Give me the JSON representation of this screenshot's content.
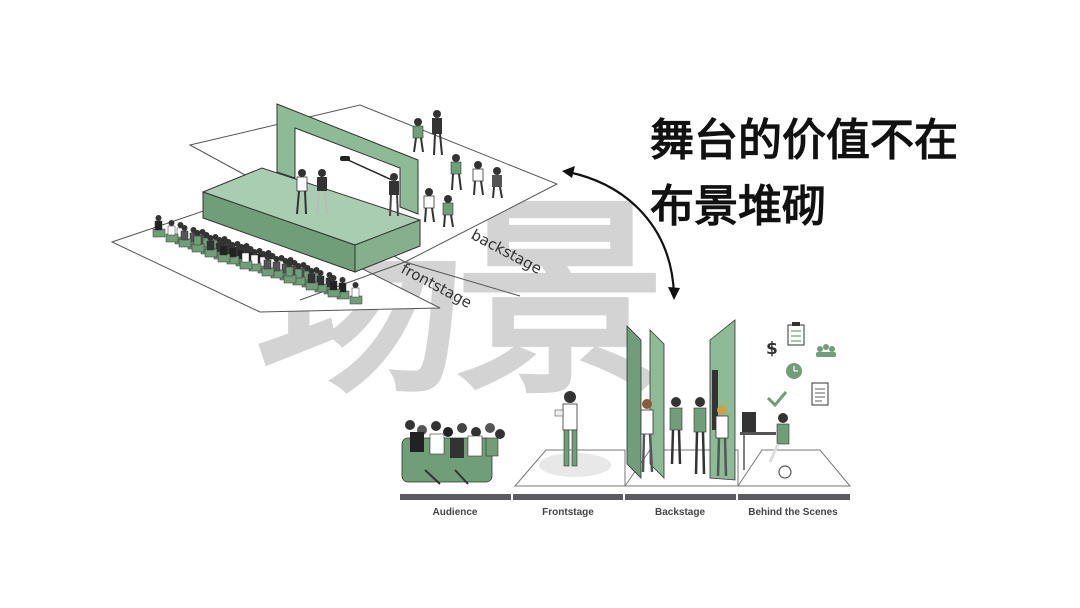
{
  "watermark": "场景",
  "headline": {
    "line1": "舞台的价值不在",
    "line2": "布景堆砌"
  },
  "stage_labels": {
    "backstage": "backstage",
    "frontstage": "frontstage"
  },
  "zones": [
    "Audience",
    "Frontstage",
    "Backstage",
    "Behind the Scenes"
  ],
  "colors": {
    "accent": "#6f9e78",
    "accent_light": "#a9cdb0",
    "bar": "#5b5b60",
    "watermark": "#d3d3d3"
  }
}
